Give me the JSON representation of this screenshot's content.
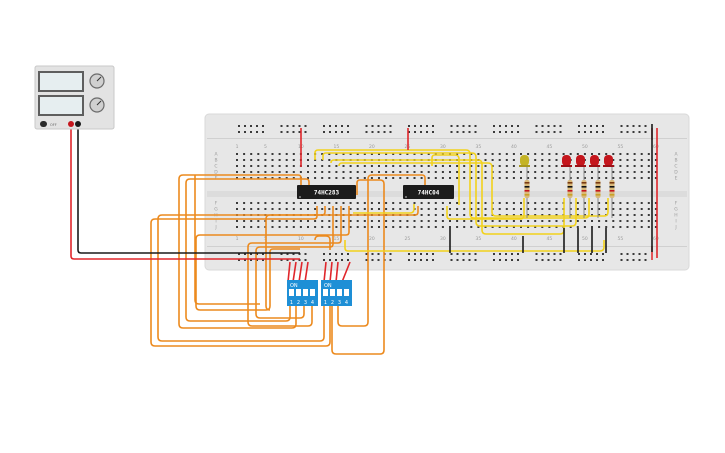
{
  "breadboard": {
    "column_labels": [
      "1",
      "5",
      "10",
      "15",
      "20",
      "25",
      "30",
      "35",
      "40",
      "45",
      "50",
      "55",
      "60"
    ],
    "row_labels_top": [
      "A",
      "B",
      "C",
      "D",
      "E"
    ],
    "row_labels_bottom": [
      "F",
      "G",
      "H",
      "I",
      "J"
    ]
  },
  "chips": [
    {
      "label": "74HC283"
    },
    {
      "label": "74HC04"
    }
  ],
  "dip_switches": [
    {
      "on_label": "ON",
      "positions": [
        "1",
        "2",
        "3",
        "4"
      ]
    },
    {
      "on_label": "ON",
      "positions": [
        "1",
        "2",
        "3",
        "4"
      ]
    }
  ],
  "power_supply": {
    "name": "power-supply",
    "terminal_label": "OFF"
  },
  "colors": {
    "wire_orange": "#ec8a1e",
    "wire_yellow": "#f2d21c",
    "wire_red": "#e0262b",
    "wire_black": "#1a1a1a",
    "led_red": "#c5161d",
    "led_yellow": "#c4b326",
    "dip_blue": "#1e8fd6",
    "breadboard": "#e6e6e6"
  }
}
